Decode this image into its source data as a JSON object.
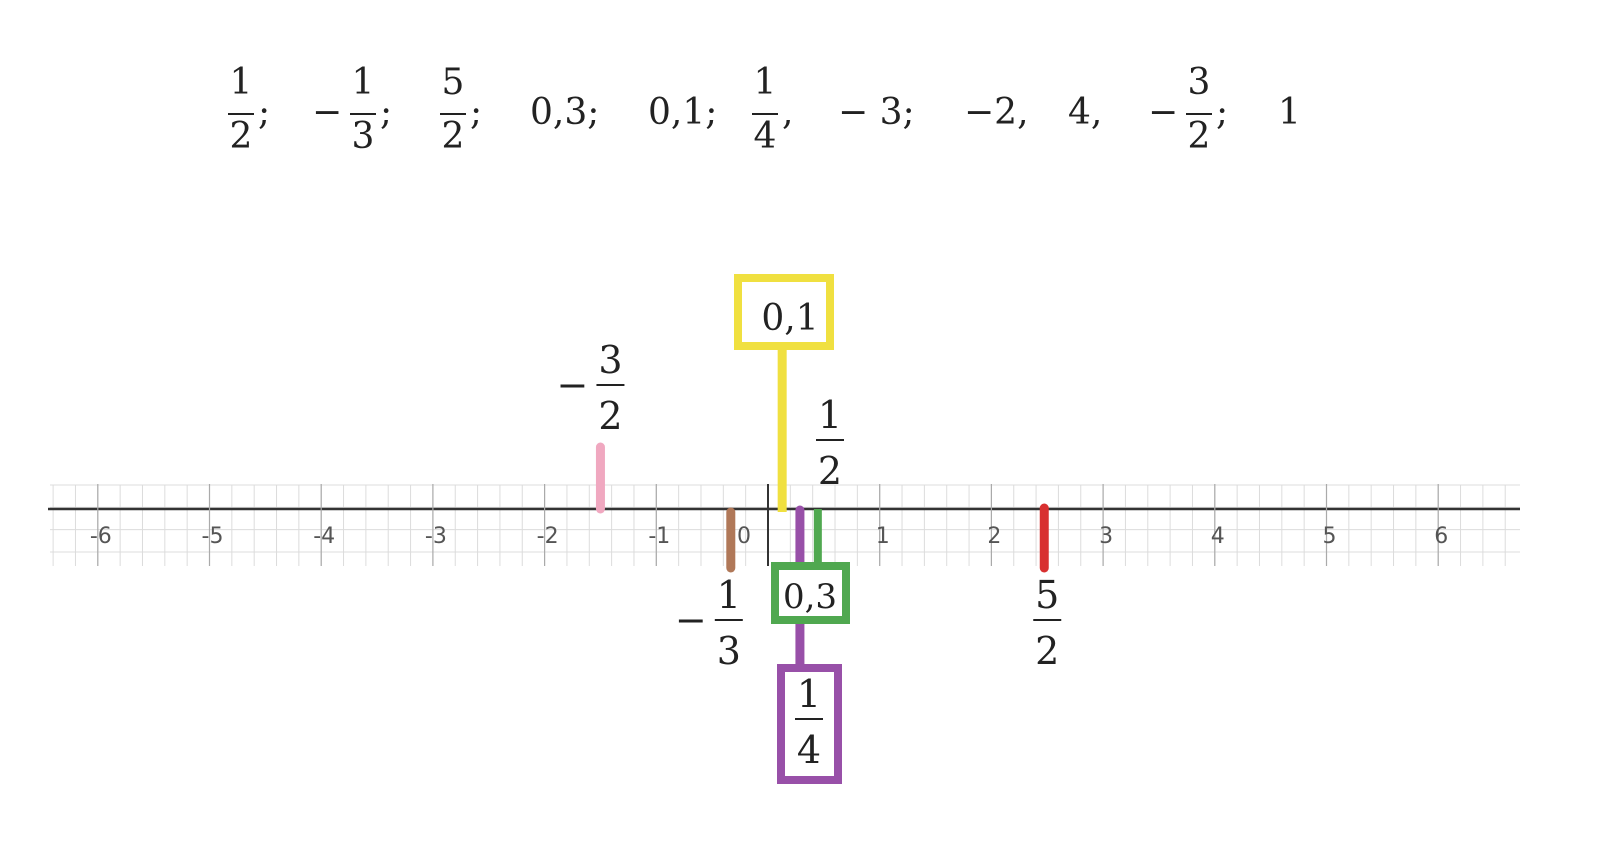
{
  "sequence": [
    {
      "kind": "frac",
      "sign": "",
      "num": "1",
      "den": "2",
      "sep": ";"
    },
    {
      "kind": "frac",
      "sign": "−",
      "num": "1",
      "den": "3",
      "sep": ";"
    },
    {
      "kind": "frac",
      "sign": "",
      "num": "5",
      "den": "2",
      "sep": ";"
    },
    {
      "kind": "text",
      "text": "0,3;"
    },
    {
      "kind": "text",
      "text": "0,1;"
    },
    {
      "kind": "frac",
      "sign": "",
      "num": "1",
      "den": "4",
      "sep": ","
    },
    {
      "kind": "text",
      "text": "− 3;"
    },
    {
      "kind": "text",
      "text": "−2,"
    },
    {
      "kind": "text",
      "text": "4,"
    },
    {
      "kind": "frac",
      "sign": "−",
      "num": "3",
      "den": "2",
      "sep": ";"
    },
    {
      "kind": "text",
      "text": "1"
    }
  ],
  "number_line": {
    "ticks": [
      {
        "value": -6,
        "label": "-6"
      },
      {
        "value": -5,
        "label": "-5"
      },
      {
        "value": -4,
        "label": "-4"
      },
      {
        "value": -3,
        "label": "-3"
      },
      {
        "value": -2,
        "label": "-2"
      },
      {
        "value": -1,
        "label": "-1"
      },
      {
        "value": 0,
        "label": "0"
      },
      {
        "value": 1,
        "label": "1"
      },
      {
        "value": 2,
        "label": "2"
      },
      {
        "value": 3,
        "label": "3"
      },
      {
        "value": 4,
        "label": "4"
      },
      {
        "value": 5,
        "label": "5"
      },
      {
        "value": 6,
        "label": "6"
      }
    ],
    "range": [
      -6.45,
      6.7
    ],
    "grid": true
  },
  "points": [
    {
      "id": "neg-three-halves",
      "value": -1.5,
      "color": "#f0a8c0",
      "side": "above",
      "style": "frac",
      "sign": "−",
      "num": "3",
      "den": "2"
    },
    {
      "id": "neg-one-third",
      "value": -0.333,
      "color": "#b07858",
      "side": "below",
      "style": "frac",
      "sign": "−",
      "num": "1",
      "den": "3"
    },
    {
      "id": "zero-point-one",
      "value": 0.1,
      "color": "#f0e040",
      "side": "above",
      "style": "boxed-text",
      "text": "0,1"
    },
    {
      "id": "one-quarter",
      "value": 0.25,
      "color": "#9850a8",
      "side": "below",
      "style": "boxed-frac",
      "sign": "",
      "num": "1",
      "den": "4"
    },
    {
      "id": "zero-point-three",
      "value": 0.3,
      "color": "#50a850",
      "side": "below",
      "style": "boxed-text",
      "text": "0,3"
    },
    {
      "id": "one-half",
      "value": 0.5,
      "color": "#50a850",
      "side": "above",
      "style": "frac",
      "sign": "",
      "num": "1",
      "den": "2"
    },
    {
      "id": "five-halves",
      "value": 2.5,
      "color": "#d83030",
      "side": "below",
      "style": "frac",
      "sign": "",
      "num": "5",
      "den": "2"
    }
  ]
}
